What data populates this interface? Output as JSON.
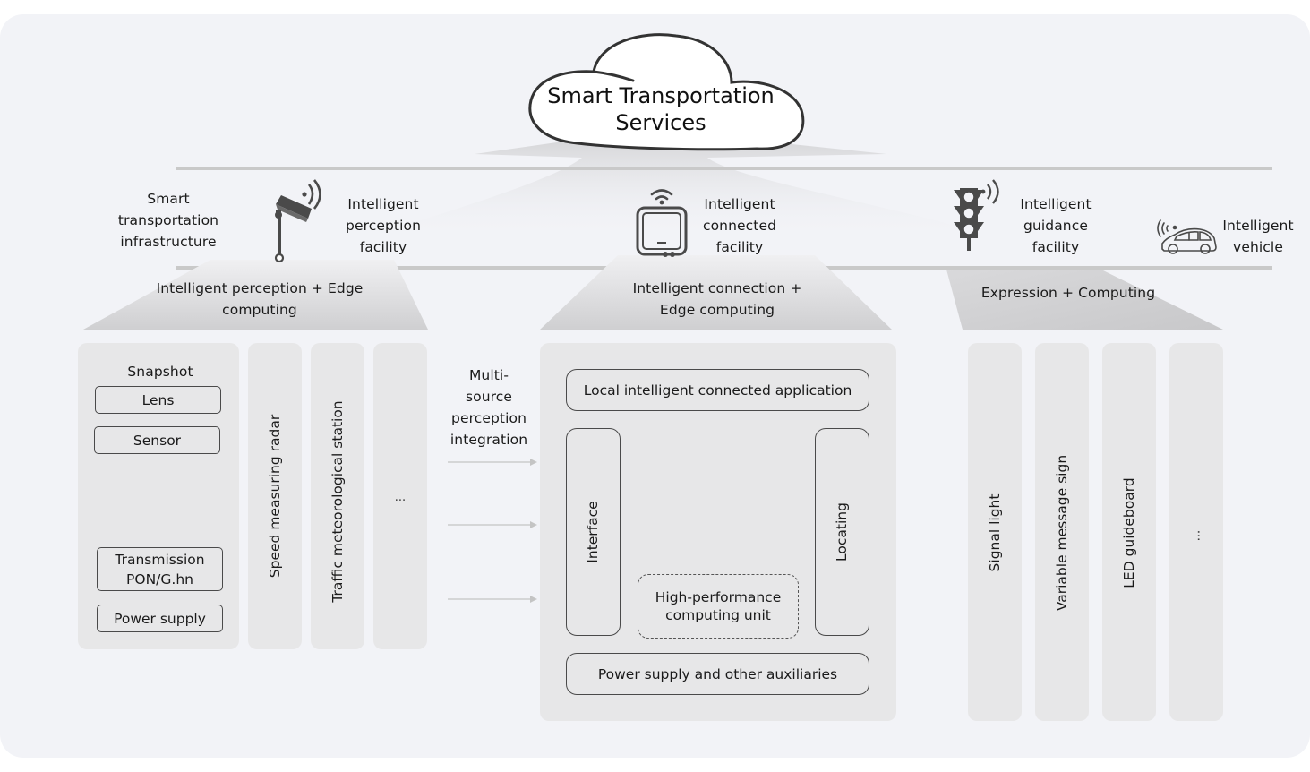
{
  "cloud": {
    "title_line1": "Smart Transportation",
    "title_line2": "Services"
  },
  "infrastructure_row": {
    "label": [
      "Smart",
      "transportation",
      "infrastructure"
    ],
    "facilities": [
      {
        "icon": "surveillance-camera-icon",
        "label": [
          "Intelligent",
          "perception",
          "facility"
        ]
      },
      {
        "icon": "connected-terminal-icon",
        "label": [
          "Intelligent",
          "connected",
          "facility"
        ]
      },
      {
        "icon": "traffic-light-icon",
        "label": [
          "Intelligent",
          "guidance",
          "facility"
        ]
      },
      {
        "icon": "connected-car-icon",
        "label": [
          "Intelligent",
          "vehicle"
        ]
      }
    ]
  },
  "columns": [
    {
      "header": [
        "Intelligent perception + Edge",
        "computing"
      ],
      "snapshot": {
        "title": "Snapshot",
        "items": [
          "Lens",
          "Sensor"
        ],
        "transmission": [
          "Transmission",
          "PON/G.hn"
        ],
        "power": "Power supply"
      },
      "vertical_items": [
        "Speed measuring radar",
        "Traffic meteorological station",
        "..."
      ]
    },
    {
      "header": [
        "Intelligent connection +",
        "Edge computing"
      ],
      "top_box": "Local intelligent connected application",
      "left_box": "Interface",
      "right_box": "Locating",
      "center_box": [
        "High-performance",
        "computing unit"
      ],
      "bottom_box": "Power supply and other auxiliaries"
    },
    {
      "header": [
        "Expression + Computing"
      ],
      "vertical_items": [
        "Signal light",
        "Variable message sign",
        "LED guideboard",
        "..."
      ]
    }
  ],
  "integration": {
    "label": [
      "Multi-",
      "source",
      "perception",
      "integration"
    ],
    "arrow_count": 3
  },
  "colors": {
    "background": "#f2f3f7",
    "panel": "#e7e7e8",
    "divider": "#c9c9c9",
    "icon": "#4a4a4a",
    "text": "#1a1a1a"
  }
}
